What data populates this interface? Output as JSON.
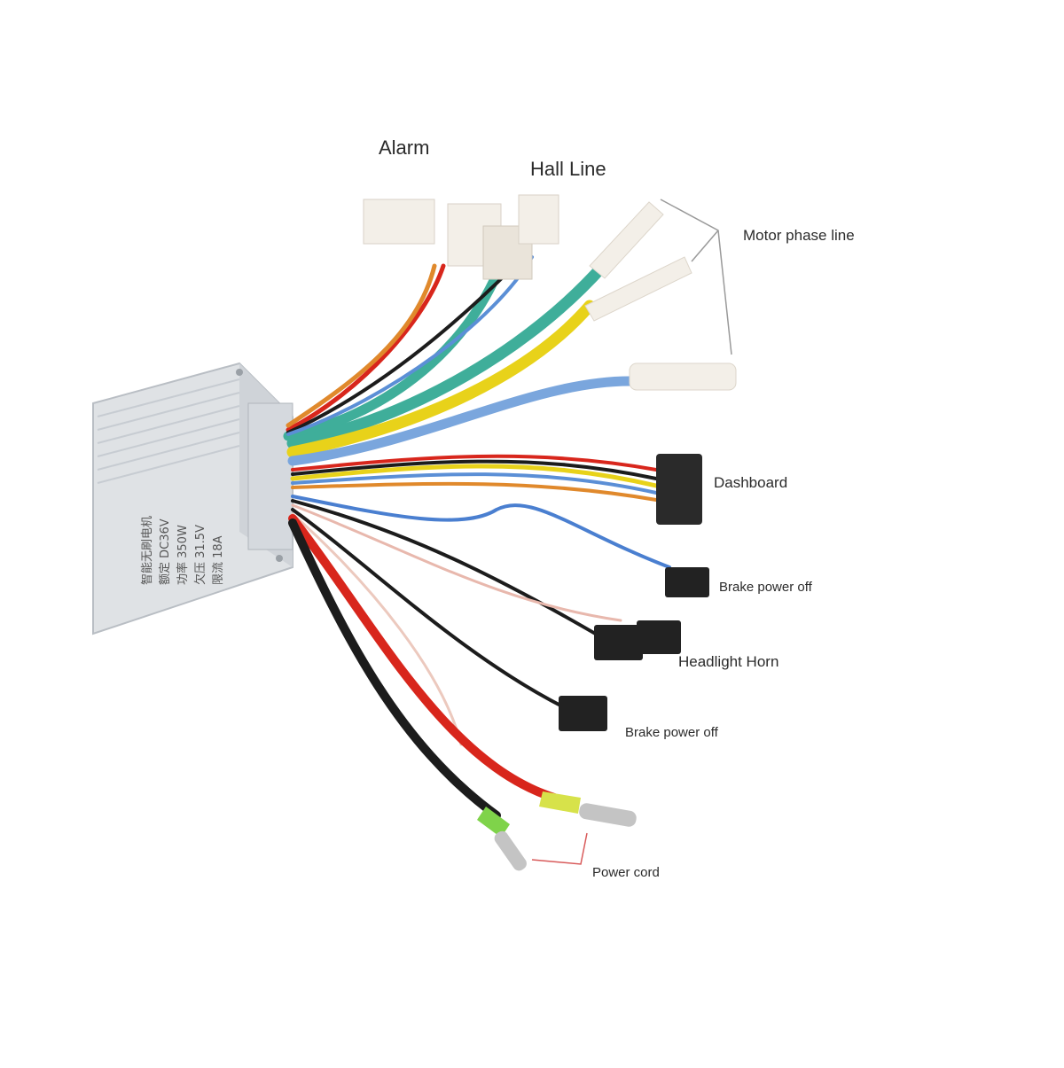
{
  "labels": {
    "alarm": "Alarm",
    "hall_line": "Hall Line",
    "motor_phase_line": "Motor phase line",
    "dashboard": "Dashboard",
    "brake_power_off_1": "Brake power off",
    "headlight_horn": "Headlight Horn",
    "brake_power_off_2": "Brake power off",
    "power_cord": "Power cord"
  },
  "controller": {
    "body_color": "#e6e8ea",
    "label_lines": [
      "智能无刷电机",
      "额定 DC36V",
      "功率 350W",
      "欠压 31.5V",
      "限流 18A"
    ]
  },
  "wire_colors": {
    "green": "#3fae9a",
    "yellow": "#e8d21a",
    "blue": "#5b8fd6",
    "red": "#d8261c",
    "black": "#1c1c1c",
    "pink": "#e8b8ad",
    "orange": "#e0892c"
  },
  "connector_color": "#f3efe8",
  "black_connector_color": "#222222"
}
